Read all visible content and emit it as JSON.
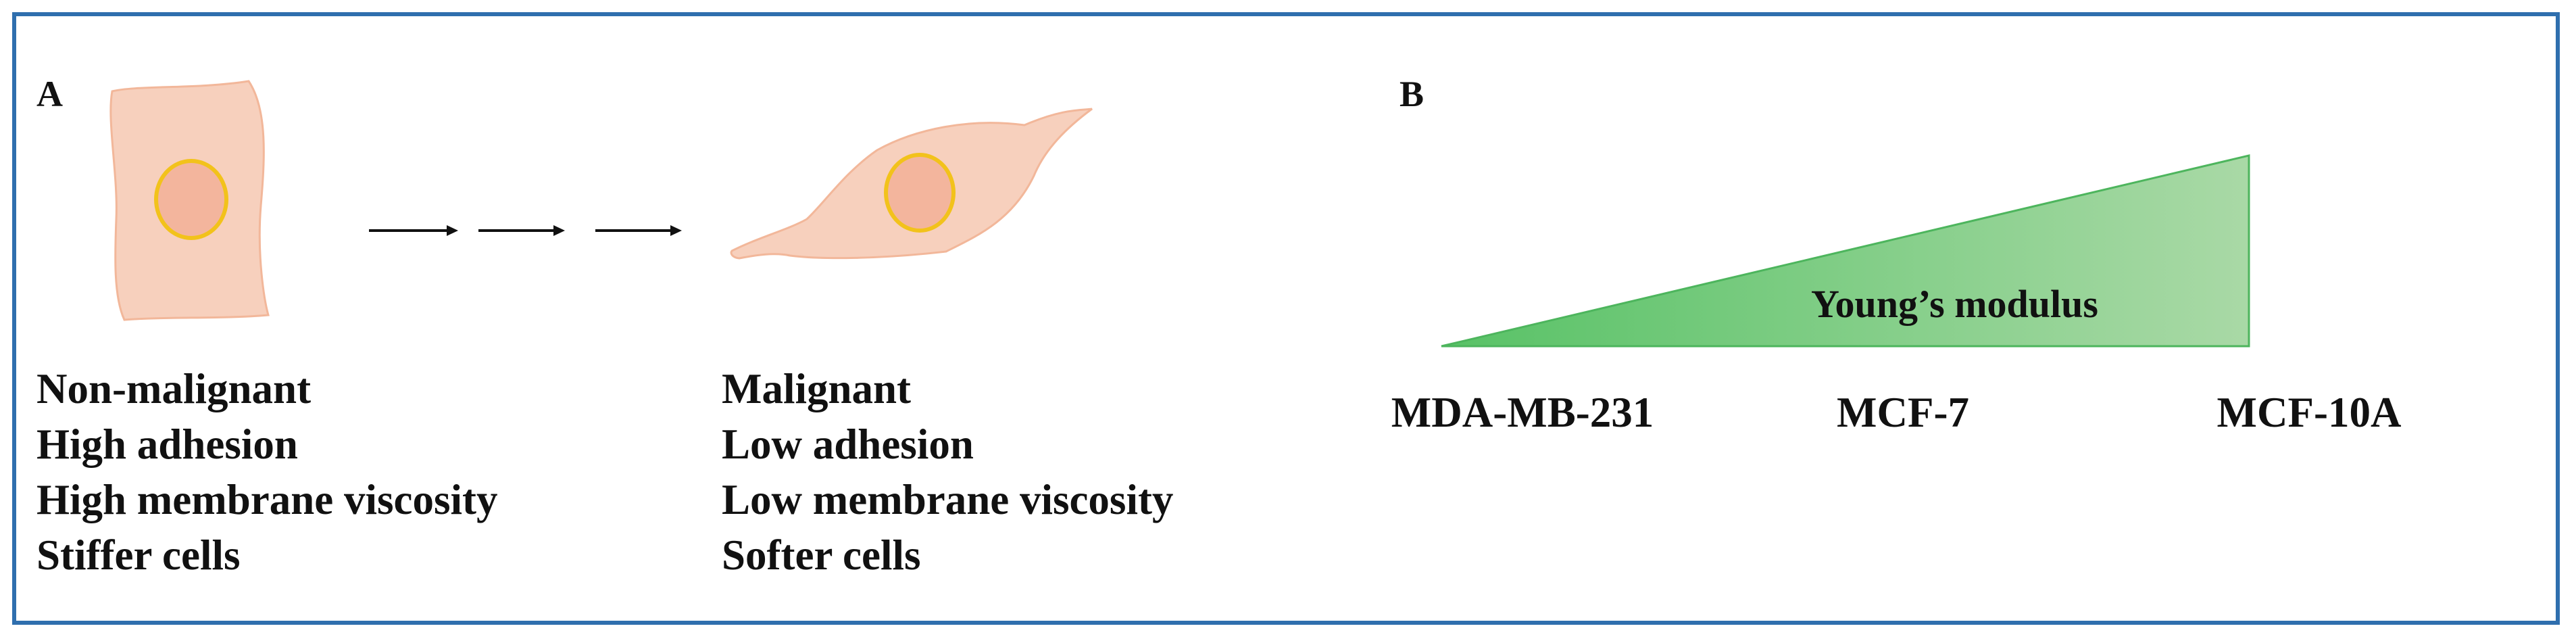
{
  "panel_a": {
    "label": "A",
    "left_group": {
      "lines": [
        "Non-malignant",
        "High adhesion",
        "High membrane viscosity",
        "Stiffer cells"
      ]
    },
    "right_group": {
      "lines": [
        "Malignant",
        "Low adhesion",
        "Low membrane viscosity",
        "Softer cells"
      ]
    }
  },
  "panel_b": {
    "label": "B",
    "wedge_label": "Young’s modulus",
    "cell_lines": [
      "MDA-MB-231",
      "MCF-7",
      "MCF-10A"
    ]
  },
  "colors": {
    "frame_border": "#2f6fae",
    "cell_fill": "#f7d0bd",
    "cell_outline": "#f2b79a",
    "nucleus_fill": "#f3b59d",
    "nucleus_border": "#f2c21b",
    "wedge_light": "#a9d9a6",
    "wedge_dark": "#58c266"
  }
}
